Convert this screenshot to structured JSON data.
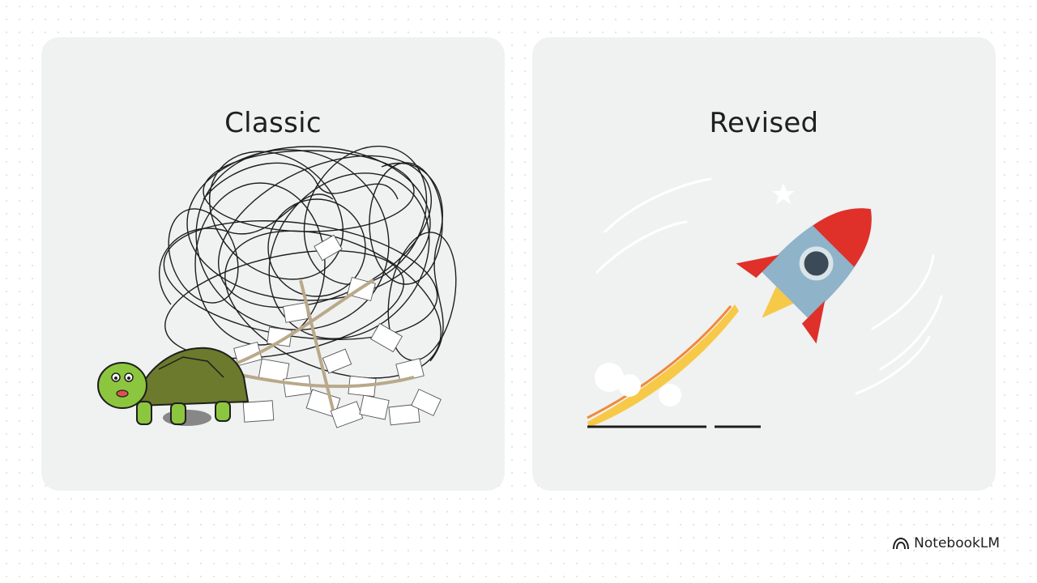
{
  "panels": {
    "left": {
      "title": "Classic",
      "illustration": "turtle-dragging-tangled-papers"
    },
    "right": {
      "title": "Revised",
      "illustration": "rocket-launch"
    }
  },
  "brand": {
    "name": "NotebookLM",
    "icon": "notebooklm-logo-icon"
  },
  "colors": {
    "panel_bg": "#f0f1f1",
    "rocket_red": "#e0302a",
    "rocket_body": "#8fb3c9",
    "turtle_green": "#8cc63f",
    "flame_yellow": "#f7c948"
  }
}
